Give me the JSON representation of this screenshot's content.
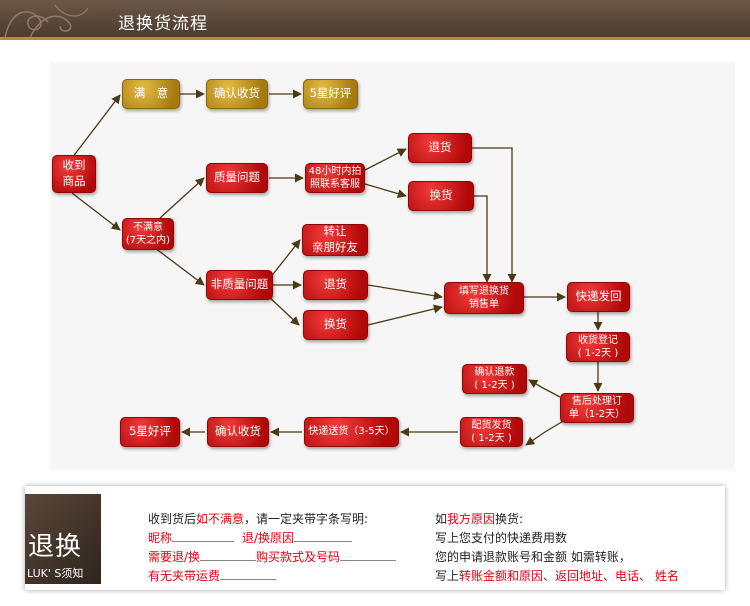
{
  "header": {
    "title": "退换货流程"
  },
  "nodes": {
    "satisfied": "满　意",
    "confirm_receipt_1": "确认收货",
    "five_star_1": "5星好评",
    "receive_goods_l1": "收到",
    "receive_goods_l2": "商品",
    "quality_issue": "质量问题",
    "contact_l1": "48小时内拍",
    "contact_l2": "照联系客服",
    "refund_1": "退货",
    "exchange_1": "换货",
    "unsatisfied_l1": "不满意",
    "unsatisfied_l2": "(7天之内)",
    "gift_l1": "转让",
    "gift_l2": "亲朋好友",
    "non_quality_issue": "非质量问题",
    "refund_2": "退货",
    "exchange_2": "换货",
    "fill_form_l1": "填写退换货",
    "fill_form_l2": "销售单",
    "express_return": "快递发回",
    "receipt_register_l1": "收货登记",
    "receipt_register_l2": "( 1-2天 )",
    "confirm_refund_l1": "确认退款",
    "confirm_refund_l2": "( 1-2天 )",
    "after_sale_l1": "售后处理订",
    "after_sale_l2": "单（1-2天）",
    "ship_l1": "配货发货",
    "ship_l2": "( 1-2天 )",
    "express_delivery": "快递送货（3-5天）",
    "confirm_receipt_2": "确认收货",
    "five_star_2": "5星好评"
  },
  "notice": {
    "side_big": "退换",
    "side_sub": "LUK' S须知",
    "left": {
      "l1_a": "收到货后",
      "l1_b": "如不满意",
      "l1_c": "，请一定夹带字条写明:",
      "l2_a": "昵称",
      "l2_b": "退/换原因",
      "l3_a": "需要退/换",
      "l3_b": "购买款式及号码",
      "l4_a": "有无夹带运费"
    },
    "right": {
      "l1_a": "如",
      "l1_b": "我方原因",
      "l1_c": "换货:",
      "l2": "写上您支付的快递费用数",
      "l3": "您的申请退款账号和金额 如需转账，",
      "l4_a": "写上",
      "l4_b": "转账金额和原因、返回地址、电话、 姓名"
    }
  },
  "colors": {
    "node_red": "#c20e0e",
    "node_gold": "#c99a2a",
    "header_brown": "#5a4838",
    "accent_red": "#e60012"
  }
}
